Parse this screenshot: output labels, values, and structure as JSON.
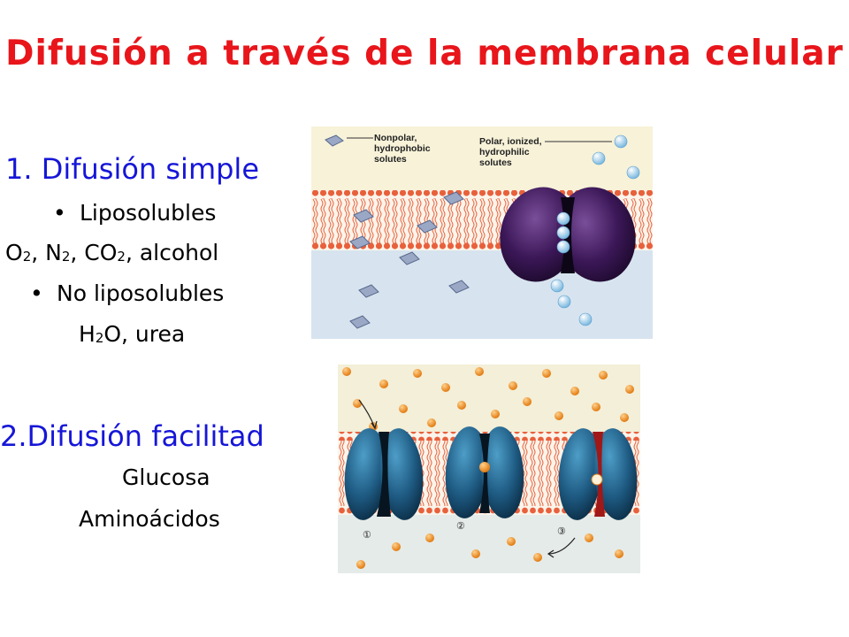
{
  "title": "Difusión a través de la membrana celular",
  "section1": {
    "number": "1.",
    "heading": "Difusión simple",
    "bullet1": "Liposolubles",
    "gases": {
      "o": "O",
      "o_sub": "2",
      "n": ", N",
      "n_sub": "2",
      "co": ", CO",
      "co_sub": "2",
      "alcohol": ", alcohol"
    },
    "bullet2": "No liposolubles",
    "water": {
      "h": "H",
      "h_sub": "2",
      "rest": "O, urea"
    }
  },
  "section2": {
    "heading": "2.Difusión facilitad",
    "item1": "Glucosa",
    "item2": "Aminoácidos"
  },
  "figure1": {
    "label_nonpolar": [
      "Nonpolar,",
      "hydrophobic",
      "solutes"
    ],
    "label_polar": [
      "Polar, ionized,",
      "hydrophilic",
      "solutes"
    ]
  },
  "figure2": {
    "steps": [
      "①",
      "②",
      "③"
    ]
  },
  "colors": {
    "title": "#e8151b",
    "heading": "#1616d8",
    "membrane_head": "#e8603c",
    "protein_purple": "#3b1757",
    "protein_teal": "#1e5a82",
    "solute_orange": "#f0901e"
  }
}
